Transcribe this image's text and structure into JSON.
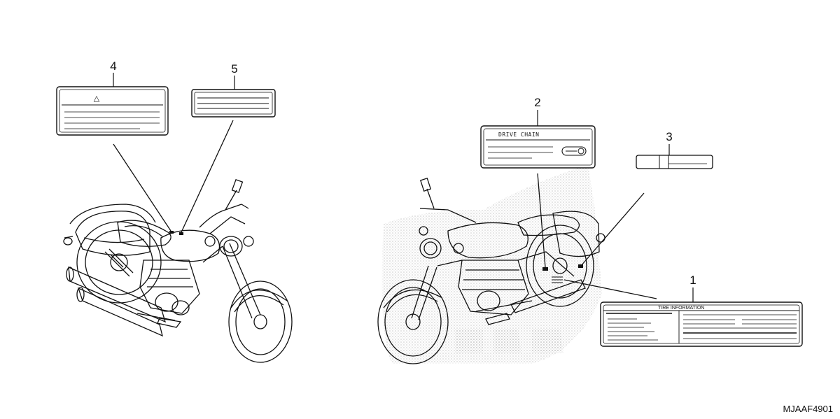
{
  "callouts": {
    "c1": "1",
    "c2": "2",
    "c3": "3",
    "c4": "4",
    "c5": "5"
  },
  "labels": {
    "drive_chain_title": "DRIVE CHAIN",
    "tire_info_title": "TIRE INFORMATION",
    "warning_symbol": "△"
  },
  "diagram_code": "MJAAF4901",
  "colors": {
    "line": "#111111",
    "dot_shade": "#9a9a9a",
    "background": "#ffffff"
  }
}
